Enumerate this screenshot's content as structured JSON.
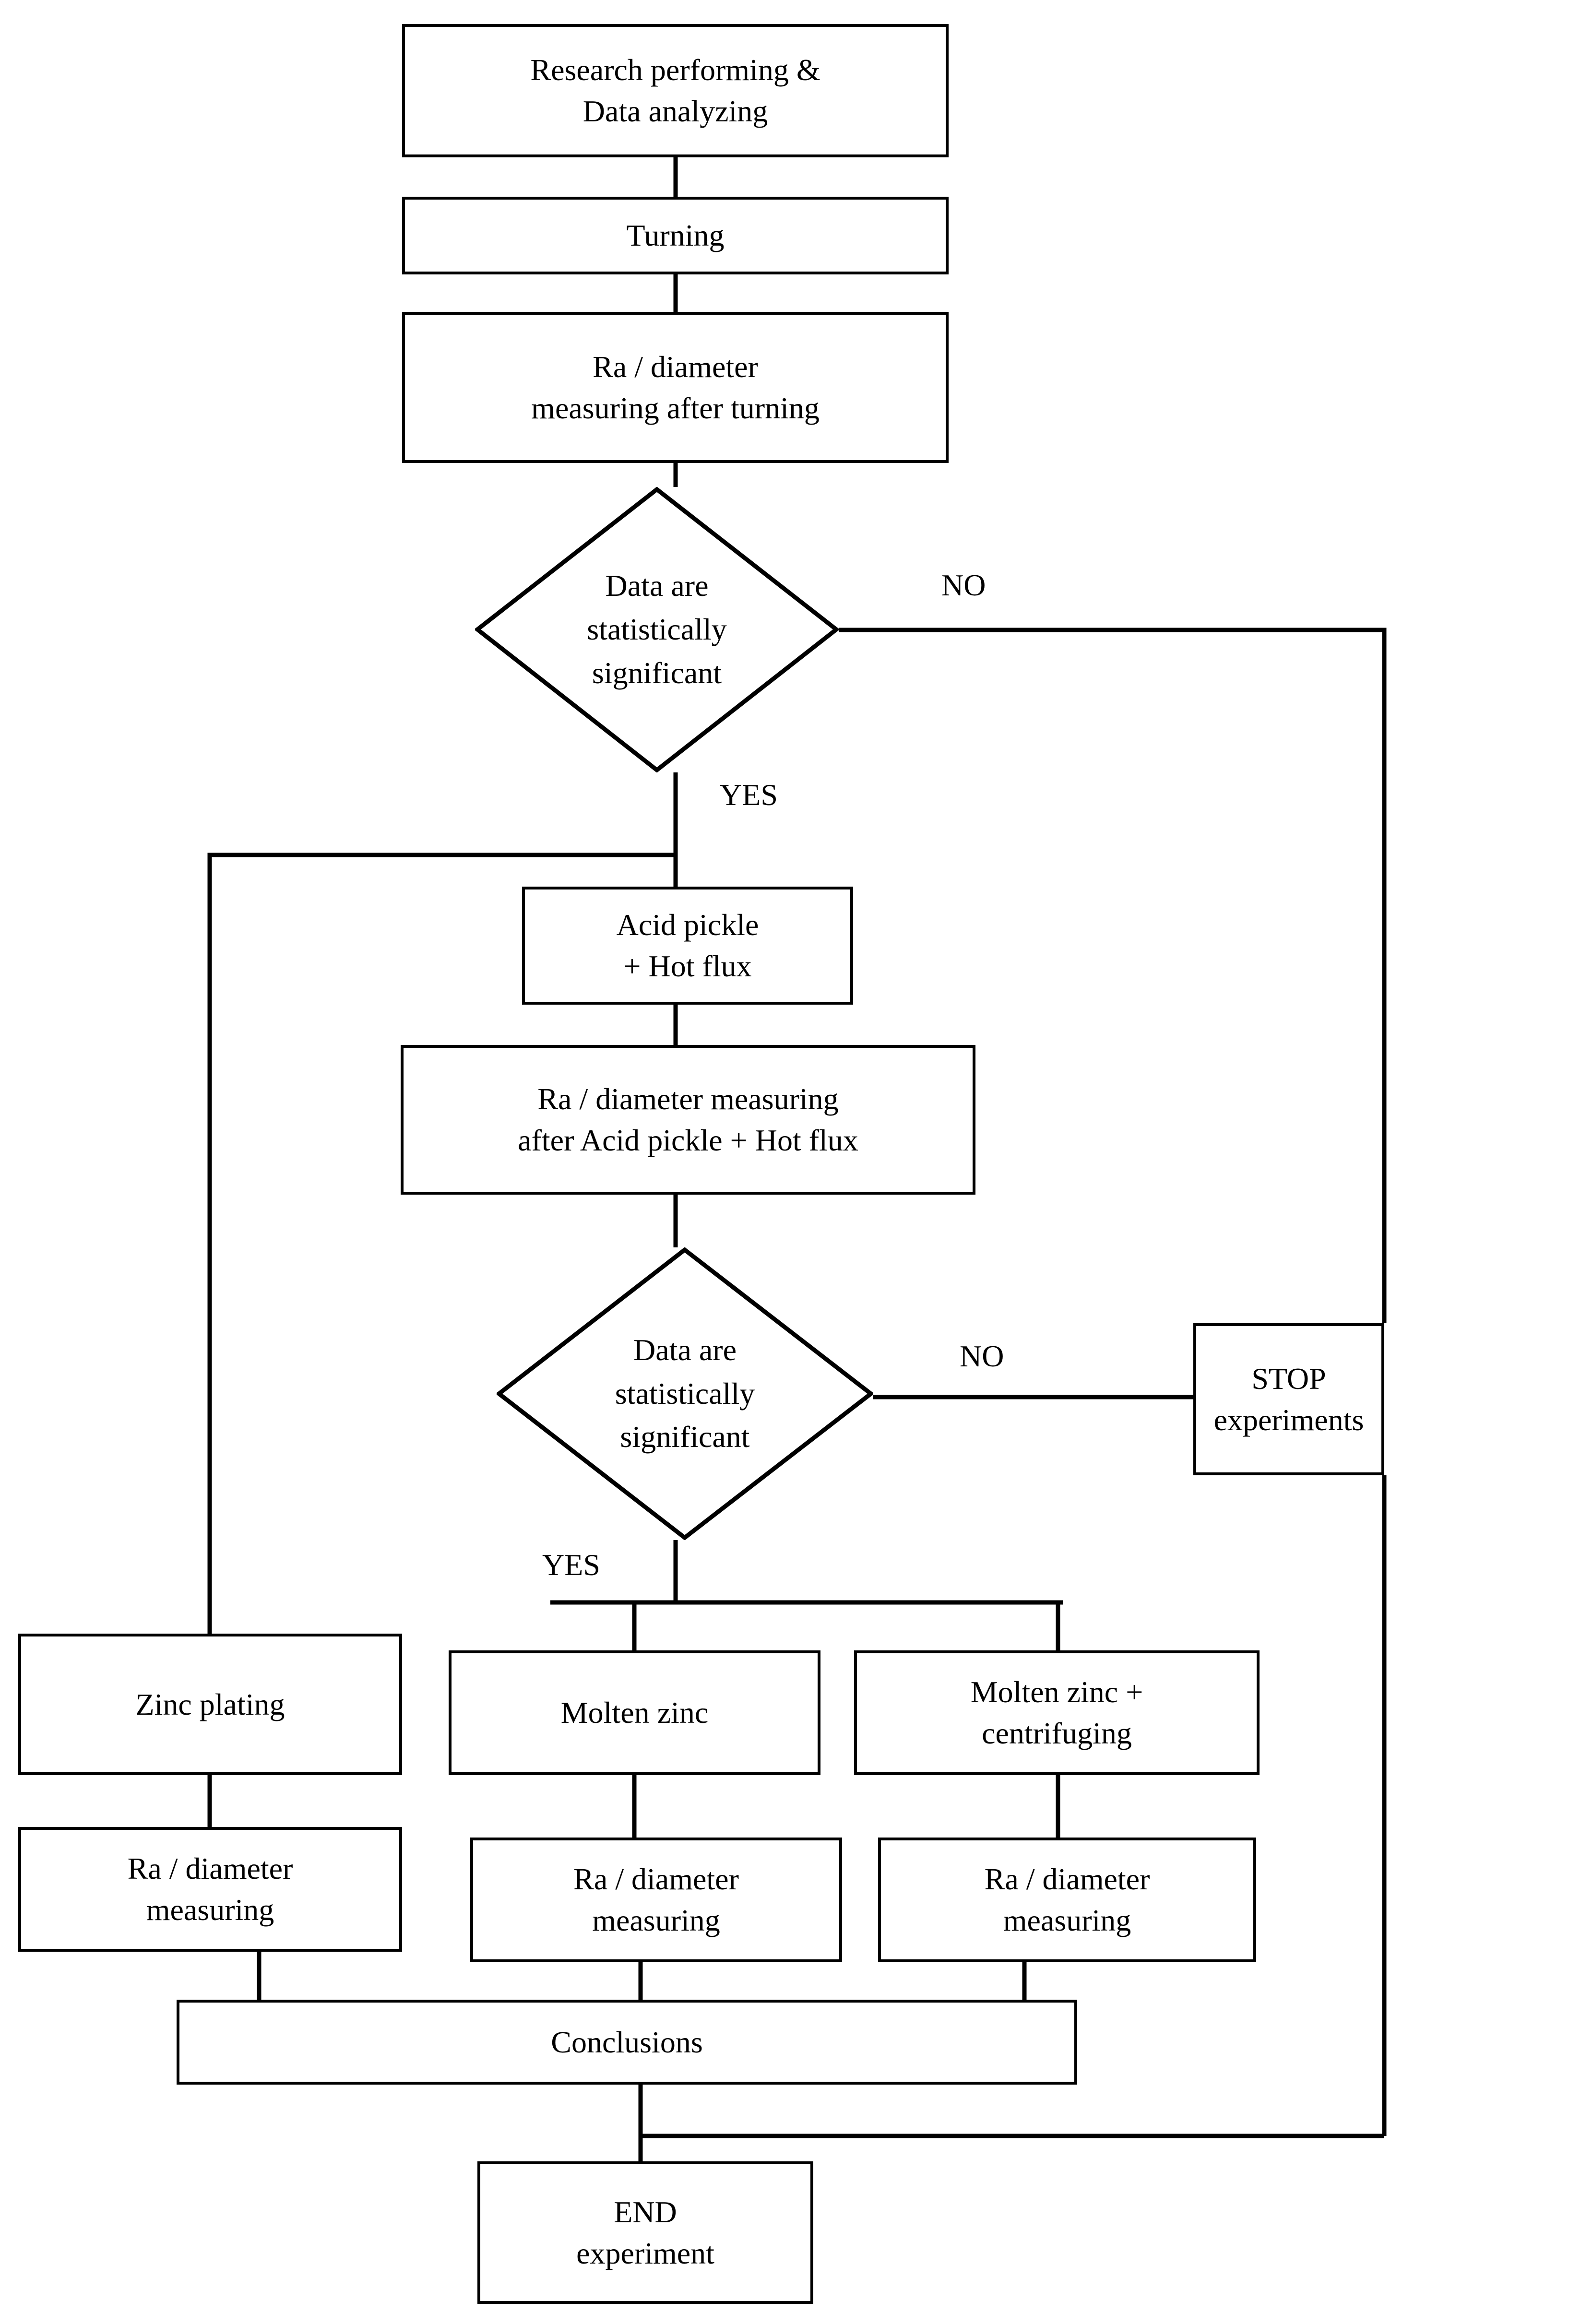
{
  "diagram": {
    "type": "flowchart",
    "title": "Experimental procedure flowchart",
    "orientation": "top-to-bottom",
    "stroke_color": "#000000",
    "fill_color": "#ffffff",
    "nodes": {
      "research": {
        "label": "Research performing &\nData analyzing",
        "shape": "rectangle"
      },
      "turning": {
        "label": "Turning",
        "shape": "rectangle"
      },
      "ra_after_turning": {
        "label": "Ra / diameter\nmeasuring after turning",
        "shape": "rectangle"
      },
      "decision_1": {
        "label": "Data are\nstatistically\nsignificant",
        "shape": "diamond"
      },
      "acid_pickle": {
        "label": "Acid pickle\n+ Hot flux",
        "shape": "rectangle"
      },
      "ra_after_acid": {
        "label": "Ra / diameter measuring\nafter Acid pickle + Hot flux",
        "shape": "rectangle"
      },
      "decision_2": {
        "label": "Data are\nstatistically\nsignificant",
        "shape": "diamond"
      },
      "stop": {
        "label": "STOP\nexperiments",
        "shape": "rectangle"
      },
      "zinc_plating": {
        "label": "Zinc plating",
        "shape": "rectangle"
      },
      "molten_zinc": {
        "label": "Molten zinc",
        "shape": "rectangle"
      },
      "molten_zinc_centrifuging": {
        "label": "Molten zinc +\ncentrifuging",
        "shape": "rectangle"
      },
      "ra_zinc_plating": {
        "label": "Ra / diameter\nmeasuring",
        "shape": "rectangle"
      },
      "ra_molten_zinc": {
        "label": "Ra / diameter\nmeasuring",
        "shape": "rectangle"
      },
      "ra_molten_centrifuging": {
        "label": "Ra / diameter\nmeasuring",
        "shape": "rectangle"
      },
      "conclusions": {
        "label": "Conclusions",
        "shape": "rectangle"
      },
      "end": {
        "label": "END\nexperiment",
        "shape": "rectangle"
      }
    },
    "edge_labels": {
      "decision_1_no": "NO",
      "decision_1_yes": "YES",
      "decision_2_no": "NO",
      "decision_2_yes": "YES"
    }
  }
}
